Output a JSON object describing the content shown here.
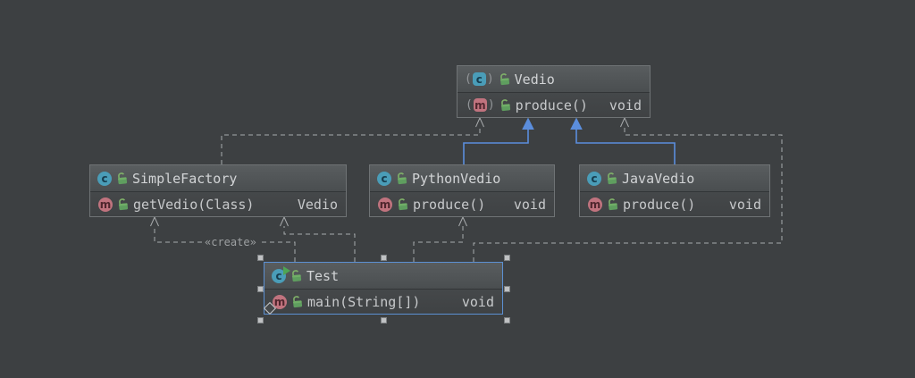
{
  "classes": {
    "vedio": {
      "name": "Vedio",
      "method": "produce()",
      "returns": "void",
      "kind": "abstract class"
    },
    "simple_factory": {
      "name": "SimpleFactory",
      "method": "getVedio(Class)",
      "returns": "Vedio",
      "kind": "class"
    },
    "python_vedio": {
      "name": "PythonVedio",
      "method": "produce()",
      "returns": "void",
      "kind": "class"
    },
    "java_vedio": {
      "name": "JavaVedio",
      "method": "produce()",
      "returns": "void",
      "kind": "class"
    },
    "test": {
      "name": "Test",
      "method": "main(String[])",
      "returns": "void",
      "kind": "runnable class, selected"
    }
  },
  "edges": {
    "create_label": "«create»",
    "relationships": [
      {
        "from": "SimpleFactory",
        "to": "Vedio",
        "type": "dependency-dashed"
      },
      {
        "from": "PythonVedio",
        "to": "Vedio",
        "type": "extends-solid-blue"
      },
      {
        "from": "JavaVedio",
        "to": "Vedio",
        "type": "extends-solid-blue"
      },
      {
        "from": "Test",
        "to": "Vedio",
        "type": "dependency-dashed"
      },
      {
        "from": "Test",
        "to": "SimpleFactory",
        "type": "dependency-dashed-create"
      },
      {
        "from": "Test",
        "to": "SimpleFactory",
        "type": "dependency-dashed"
      },
      {
        "from": "Test",
        "to": "PythonVedio",
        "type": "dependency-dashed"
      }
    ]
  },
  "icons": {
    "class_letter": "c",
    "method_letter": "m",
    "paren_open": "(",
    "paren_close": ")"
  },
  "colors": {
    "canvas_bg": "#3d4042",
    "node_border": "#6f7375",
    "selection_blue": "#5c90d2",
    "extends_line_blue": "#5b8edd",
    "dashed_line_gray": "#a8abad",
    "class_icon_teal": "#4a9db8",
    "method_icon_pink": "#c0737e",
    "lock_green": "#5f9e5f",
    "run_arrow_green": "#4fa554"
  }
}
